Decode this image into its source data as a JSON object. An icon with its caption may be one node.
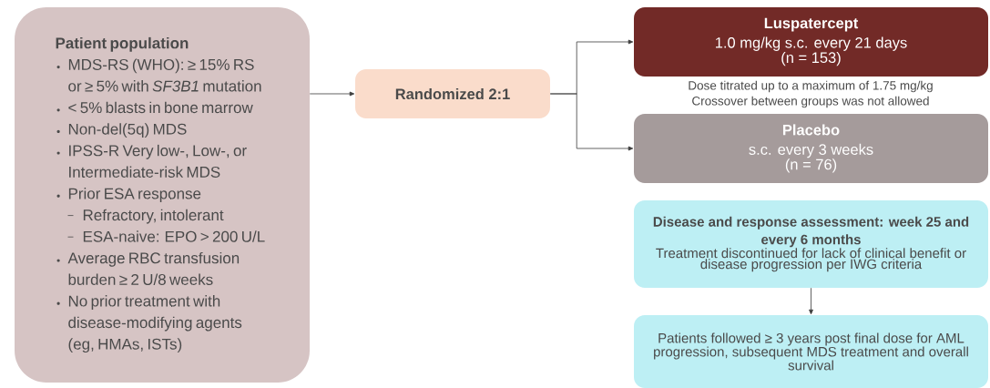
{
  "diagram": {
    "nodes": [
      {
        "text": [
          "Patient population",
          "MDS-RS (WHO): ≥ 15% RS or ≥ 5% with *SF3B1* mutation",
          "< 5% blasts in bone marrow",
          "Non-del(5q) MDS",
          "IPSS-R Very low-, Low-, or Intermediate-risk MDS",
          "Prior ESA response",
          "Refractory, intolerant",
          "ESA-naive: EPO > 200 U/L",
          "Average RBC transfusion burden ≥ 2 U/8 weeks",
          "No prior treatment with disease-modifying agents (eg, HMAs, ISTs)"
        ]
      },
      {
        "text": [
          "Randomized 2:1"
        ]
      },
      {
        "text": [
          "Luspatercept",
          "1.0 mg/kg s.c. every 21 days",
          "(n = 153)"
        ]
      },
      {
        "text": [
          "Placebo",
          "s.c. every 3 weeks",
          "(n = 76)"
        ]
      },
      {
        "text": [
          "Disease and response assessment: week 25 and every 6 months",
          "Treatment discontinued for lack of clinical benefit or disease progression per IWG criteria"
        ]
      },
      {
        "text": [
          "Patients followed ≥ 3 years post final dose for AML progression, subsequent MDS treatment and overall survival"
        ]
      }
    ],
    "edges": [
      {
        "from": 0,
        "to": 1,
        "arrow": "to"
      },
      {
        "from": 1,
        "to": 2,
        "arrow": "to"
      },
      {
        "from": 1,
        "to": 3,
        "arrow": "to"
      },
      {
        "from": 4,
        "to": 5,
        "arrow": "to"
      }
    ],
    "labels": [
      "Dose titrated up to a maximum of 1.75 mg/kg",
      "Crossover between groups was not allowed"
    ]
  }
}
